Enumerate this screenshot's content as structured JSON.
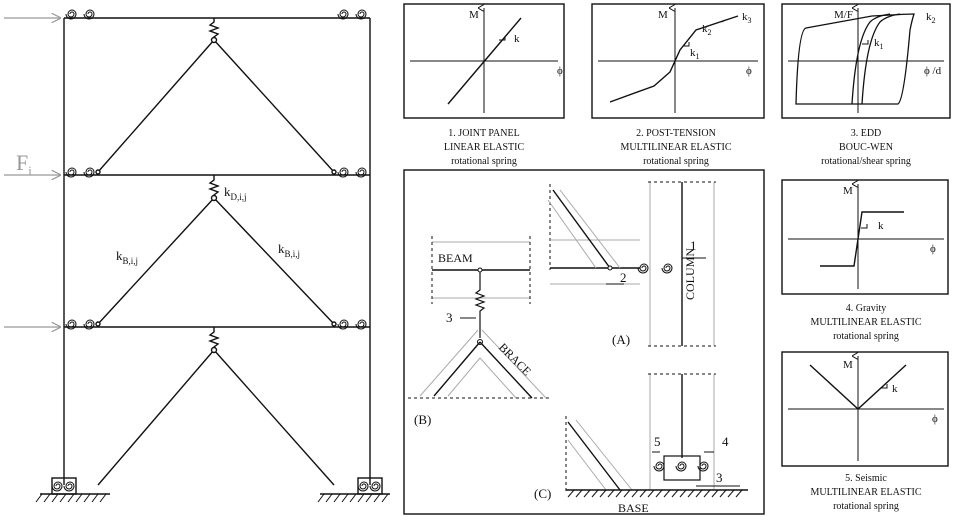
{
  "frame": {
    "force_label": "F",
    "force_sub": "i",
    "spring_d_label": "k",
    "spring_d_sub": "D,i,j",
    "spring_b_left_label": "k",
    "spring_b_left_sub": "B,i,j",
    "spring_b_right_label": "k",
    "spring_b_right_sub": "B,i,j"
  },
  "panels": [
    {
      "y_axis": "M",
      "x_axis": "ϕ",
      "k_labels": [
        "k"
      ],
      "caption": [
        "1. JOINT PANEL",
        "LINEAR ELASTIC",
        "rotational spring"
      ]
    },
    {
      "y_axis": "M",
      "x_axis": "ϕ",
      "k_labels": [
        "k",
        "k",
        "k"
      ],
      "k_subs": [
        "1",
        "2",
        "3"
      ],
      "caption": [
        "2. POST-TENSION",
        "MULTILINEAR ELASTIC",
        "rotational spring"
      ]
    },
    {
      "y_axis": "M/F",
      "x_axis": "ϕ /d",
      "k_labels": [
        "k",
        "k"
      ],
      "k_subs": [
        "1",
        "2"
      ],
      "caption": [
        "3. EDD",
        "BOUC-WEN",
        "rotational/shear spring"
      ]
    },
    {
      "y_axis": "M",
      "x_axis": "ϕ",
      "k_labels": [
        "k"
      ],
      "caption": [
        "4. Gravity",
        "MULTILINEAR  ELASTIC",
        "rotational spring"
      ]
    },
    {
      "y_axis": "M",
      "x_axis": "ϕ",
      "k_labels": [
        "k"
      ],
      "caption": [
        "5. Seismic",
        "MULTILINEAR  ELASTIC",
        "rotational spring"
      ]
    }
  ],
  "detail": {
    "beam": "BEAM",
    "brace": "BRACE",
    "column": "COLUMN",
    "base": "BASE",
    "label_a": "(A)",
    "label_b": "(B)",
    "label_c": "(C)",
    "num_1": "1",
    "num_2": "2",
    "num_3_b": "3",
    "num_3_c": "3",
    "num_4": "4",
    "num_5": "5"
  }
}
